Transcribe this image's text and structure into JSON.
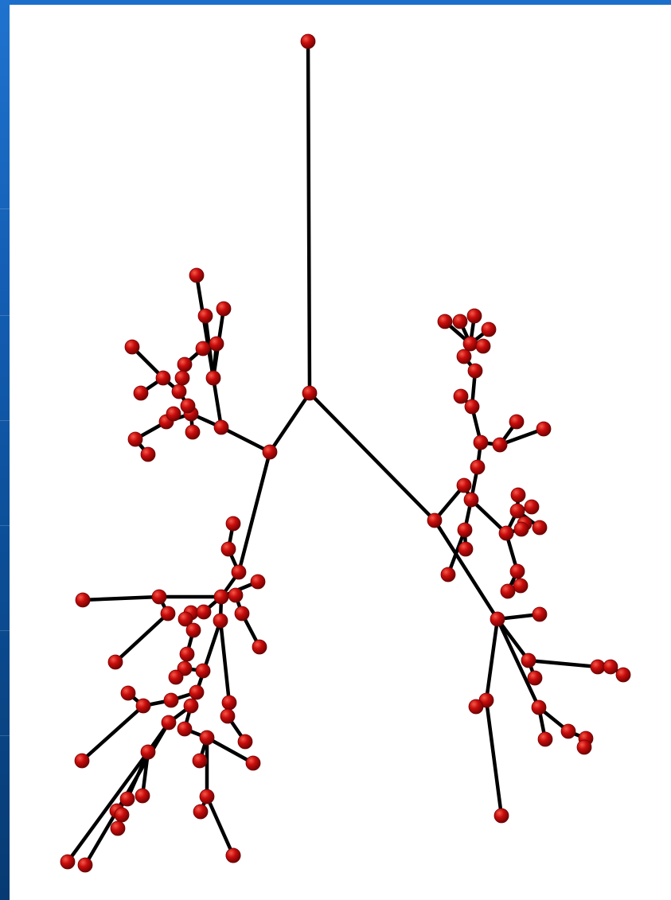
{
  "colors": {
    "frame_blue": "#1b6fcb",
    "edge": "#000000",
    "node": "#c90c0c",
    "node_highlight": "#f45a4a",
    "node_shadow": "#6e0303",
    "background": "#ffffff"
  },
  "diagram": {
    "kind": "3D branching tree (airway / bronchial-tree skeleton)",
    "node_style": "red shaded spheres",
    "edge_style": "black line segments"
  }
}
